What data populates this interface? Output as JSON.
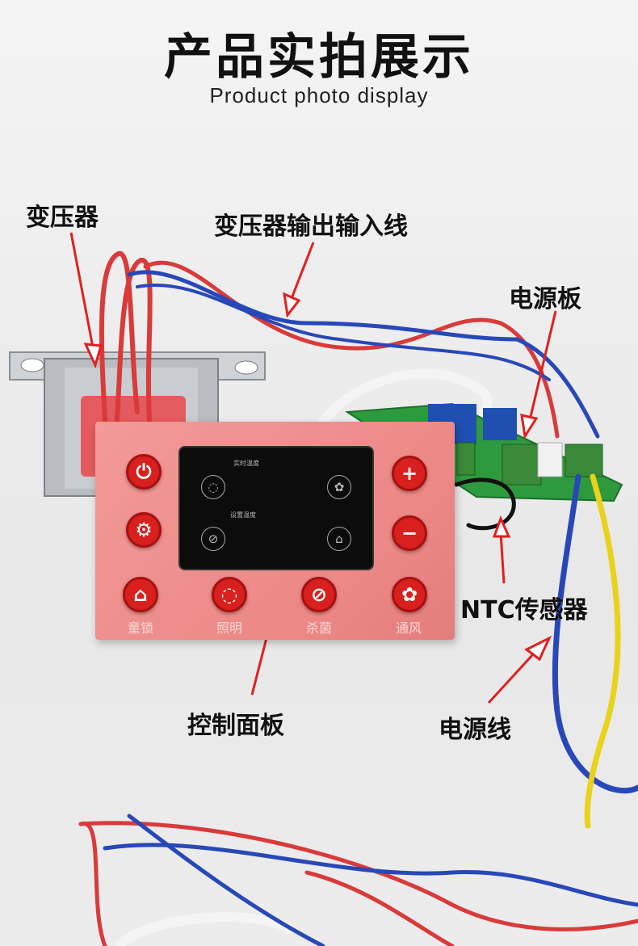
{
  "header": {
    "title": "产品实拍展示",
    "subtitle": "Product photo display"
  },
  "callouts": {
    "transformer": "变压器",
    "transformer_wires": "变压器输出输入线",
    "power_board": "电源板",
    "ntc_sensor": "NTC传感器",
    "control_panel": "控制面板",
    "power_cord": "电源线"
  },
  "panel": {
    "screen": {
      "realtime_temp_label": "实时温度",
      "set_temp_label": "设置温度"
    },
    "captions": {
      "child_lock": "童锁",
      "lighting": "照明",
      "sterilize": "杀菌",
      "ventilation": "通风"
    },
    "icons": [
      "power-icon",
      "settings-icon",
      "plus-icon",
      "minus-icon",
      "lock-icon",
      "bulb-icon",
      "sterilize-icon",
      "fan-icon"
    ]
  },
  "colors": {
    "panel_pink": "#ec8886",
    "button_red": "#d8201f",
    "wire_red": "#d93a3a",
    "wire_blue": "#2848b8",
    "wire_yellow": "#e8d21a",
    "board_green": "#2e9a3e",
    "arrow_red": "#e02020"
  }
}
